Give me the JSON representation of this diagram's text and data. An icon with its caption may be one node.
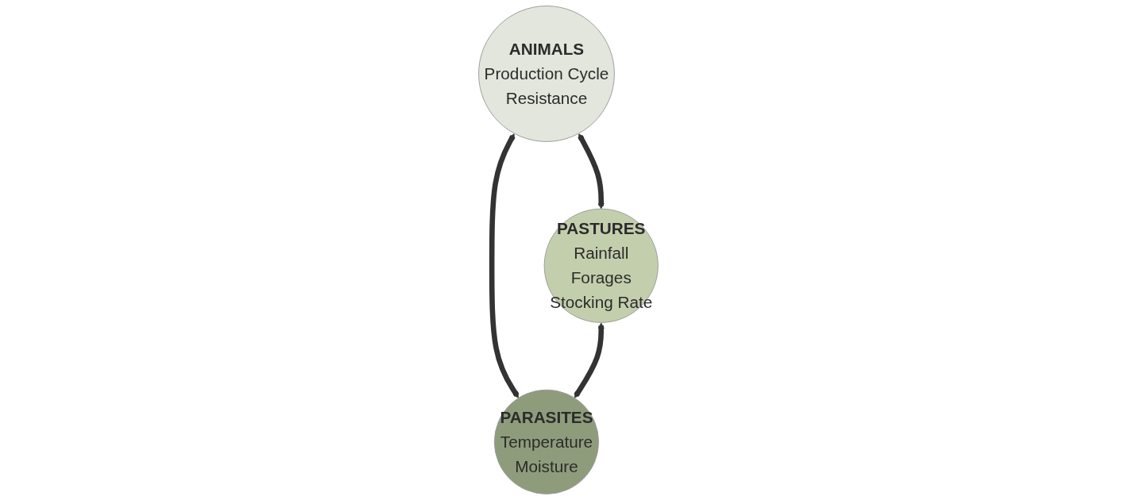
{
  "diagram": {
    "nodes": [
      {
        "text": [
          "ANIMALS",
          "Production Cycle",
          "Resistance"
        ]
      },
      {
        "text": [
          "PASTURES",
          "Rainfall",
          "Forages",
          "Stocking Rate"
        ]
      },
      {
        "text": [
          "PARASITES",
          "Temperature",
          "Moisture"
        ]
      }
    ],
    "edges": [
      {
        "from": 0,
        "to": 1,
        "arrow": "both"
      },
      {
        "from": 0,
        "to": 2,
        "arrow": "both"
      },
      {
        "from": 1,
        "to": 2,
        "arrow": "both"
      }
    ]
  }
}
